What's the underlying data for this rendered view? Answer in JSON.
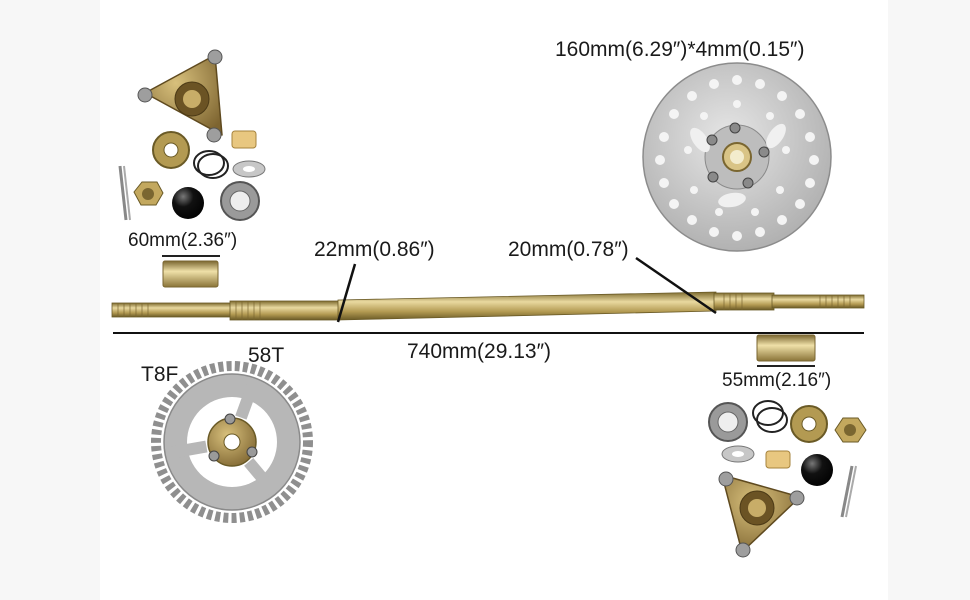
{
  "labels": {
    "disc_size": "160mm(6.29″)*4mm(0.15″)",
    "left_spacer": "60mm(2.36″)",
    "left_diameter": "22mm(0.86″)",
    "right_diameter": "20mm(0.78″)",
    "axle_length": "740mm(29.13″)",
    "right_spacer": "55mm(2.16″)",
    "sprocket_chain": "T8F",
    "sprocket_teeth": "58T"
  },
  "colors": {
    "background": "#ffffff",
    "border": "#f7f7f7",
    "axle": "#b9a25a",
    "disc": "#c9c9c9",
    "hub": "#a88d4e",
    "text": "#1a1a1a"
  },
  "icons": {
    "hub": "triangle-hub-icon",
    "disc": "brake-disc-icon",
    "sprocket": "sprocket-icon",
    "bearing": "bearing-icon",
    "nut": "castle-nut-icon",
    "pin": "cotter-pin-icon"
  }
}
